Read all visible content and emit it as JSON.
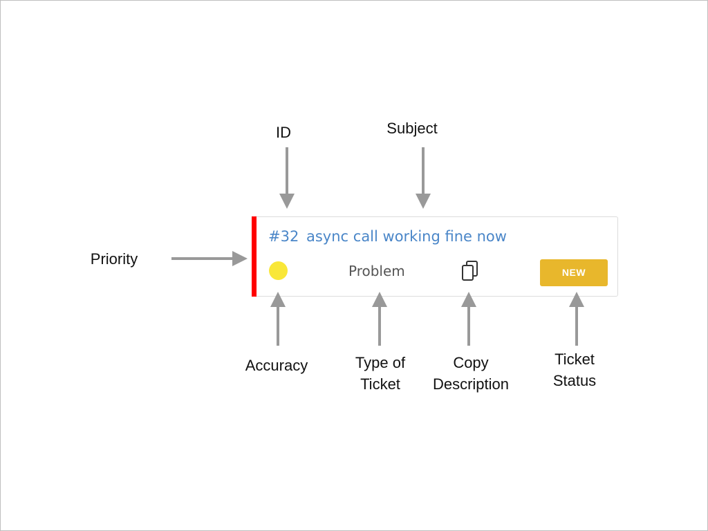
{
  "callouts": {
    "id": "ID",
    "subject": "Subject",
    "priority": "Priority",
    "accuracy": "Accuracy",
    "type_line1": "Type of",
    "type_line2": "Ticket",
    "copy_line1": "Copy",
    "copy_line2": "Description",
    "status_line1": "Ticket",
    "status_line2": "Status"
  },
  "ticket": {
    "id": "#32",
    "subject": "async call working fine now",
    "type": "Problem",
    "status": "NEW",
    "priority_color": "#ff0000",
    "accuracy_color": "#f9e738",
    "status_color": "#e8b72c",
    "link_color": "#4a86c8",
    "copy_icon": "copy-icon"
  },
  "arrow_color": "#999999"
}
